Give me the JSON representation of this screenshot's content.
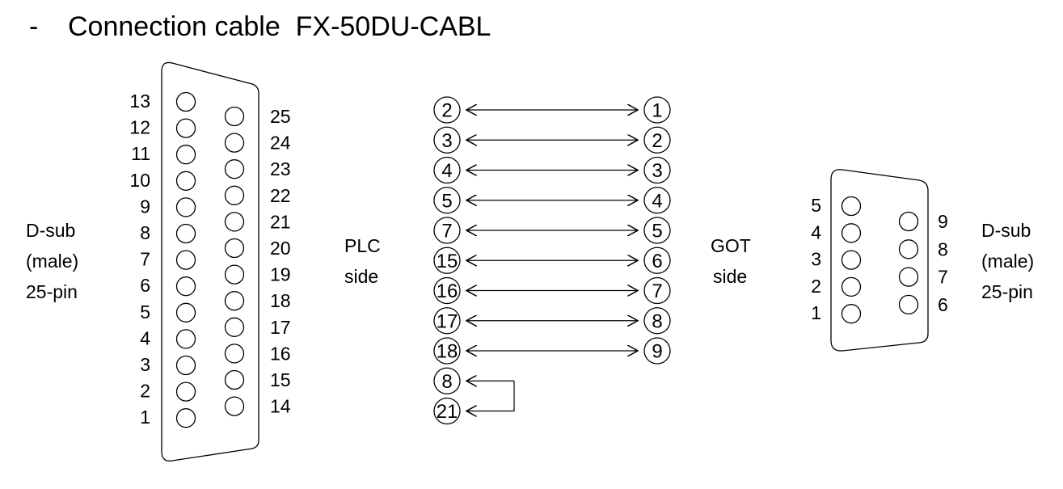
{
  "title": {
    "dash": "-",
    "text": "Connection cable  FX-50DU-CABL"
  },
  "left_connector": {
    "label_lines": [
      "D-sub",
      "(male)",
      "25-pin"
    ],
    "left_column_pins": [
      "13",
      "12",
      "11",
      "10",
      "9",
      "8",
      "7",
      "6",
      "5",
      "4",
      "3",
      "2",
      "1"
    ],
    "right_column_pins": [
      "25",
      "24",
      "23",
      "22",
      "21",
      "20",
      "19",
      "18",
      "17",
      "16",
      "15",
      "14"
    ]
  },
  "plc_side": {
    "lines": [
      "PLC",
      "side"
    ]
  },
  "got_side": {
    "lines": [
      "GOT",
      "side"
    ]
  },
  "wiring": {
    "connections": [
      {
        "plc": "2",
        "got": "1"
      },
      {
        "plc": "3",
        "got": "2"
      },
      {
        "plc": "4",
        "got": "3"
      },
      {
        "plc": "5",
        "got": "4"
      },
      {
        "plc": "7",
        "got": "5"
      },
      {
        "plc": "15",
        "got": "6"
      },
      {
        "plc": "16",
        "got": "7"
      },
      {
        "plc": "17",
        "got": "8"
      },
      {
        "plc": "18",
        "got": "9"
      }
    ],
    "loopback": [
      "8",
      "21"
    ]
  },
  "right_connector": {
    "label_lines": [
      "D-sub",
      "(male)",
      "25-pin"
    ],
    "left_column_pins": [
      "5",
      "4",
      "3",
      "2",
      "1"
    ],
    "right_column_pins": [
      "9",
      "8",
      "7",
      "6"
    ]
  }
}
